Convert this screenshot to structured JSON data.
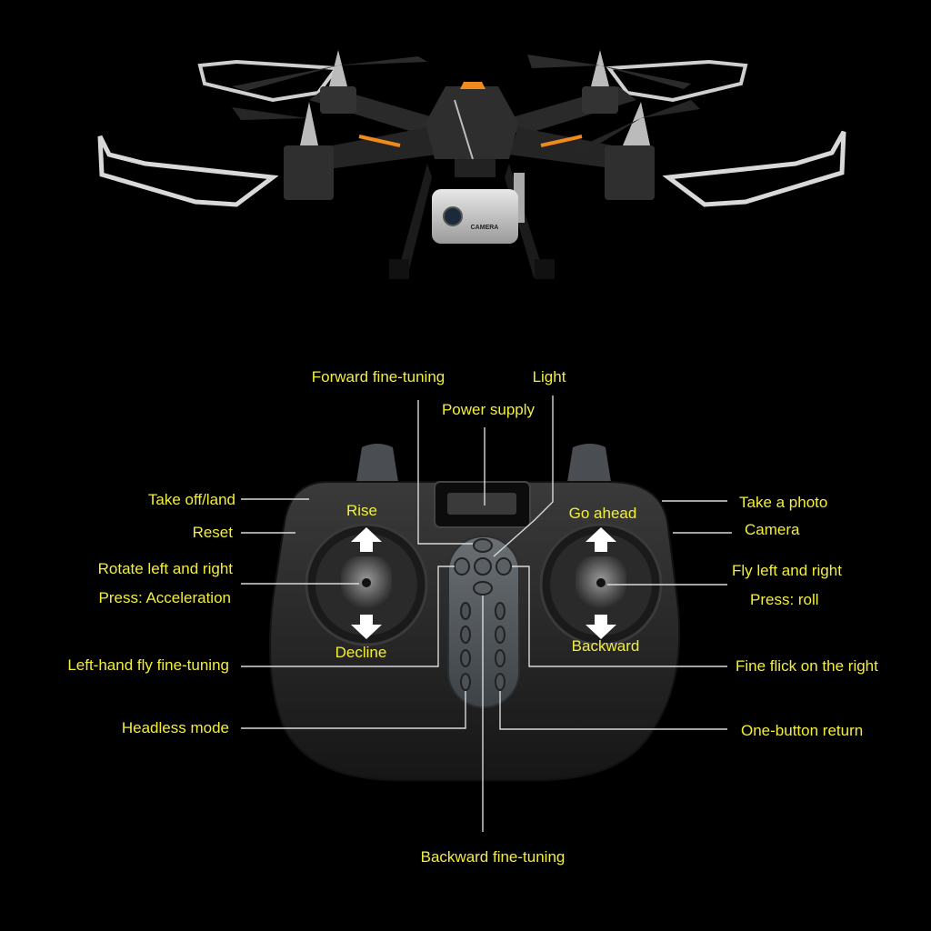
{
  "drone": {
    "camera_text": "CAMERA"
  },
  "labels": {
    "forward_fine_tuning": "Forward fine-tuning",
    "light": "Light",
    "power_supply": "Power supply",
    "take_off_land": "Take off/land",
    "reset": "Reset",
    "rotate": "Rotate left and right",
    "press_acceleration": "Press: Acceleration",
    "left_hand_fine_tuning": "Left-hand fly fine-tuning",
    "headless_mode": "Headless mode",
    "rise": "Rise",
    "decline": "Decline",
    "go_ahead": "Go ahead",
    "backward": "Backward",
    "take_a_photo": "Take a photo",
    "camera": "Camera",
    "fly_left_right": "Fly left and right",
    "press_roll": "Press: roll",
    "fine_flick_right": "Fine flick on the right",
    "one_button_return": "One-button return",
    "backward_fine_tuning": "Backward fine-tuning"
  },
  "colors": {
    "label": "#f3ee3a",
    "background": "#000000",
    "leader_line": "#d9d9d9",
    "accent_orange": "#f08a1c"
  }
}
